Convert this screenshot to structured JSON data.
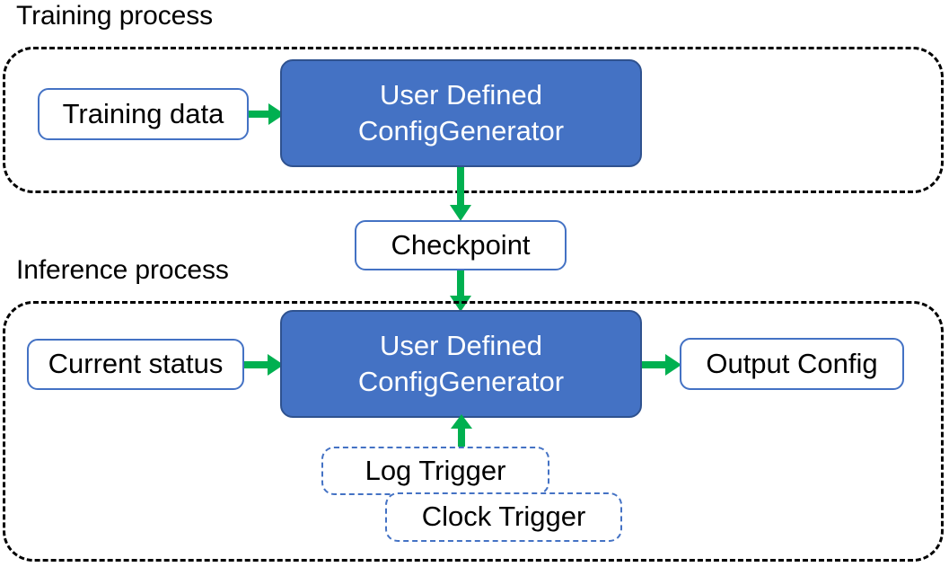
{
  "diagram": {
    "title_training": "Training process",
    "title_inference": "Inference process",
    "colors": {
      "primary_fill": "#4472C4",
      "primary_stroke": "#2F528F",
      "node_border": "#4472C4",
      "arrow_green": "#00B050",
      "group_border": "#000000",
      "text_dark": "#000000",
      "text_light": "#FFFFFF"
    }
  },
  "training": {
    "caption": "Training process",
    "input_node": "Training data",
    "generator_line1": "User Defined",
    "generator_line2": "ConfigGenerator"
  },
  "checkpoint": {
    "label": "Checkpoint"
  },
  "inference": {
    "caption": "Inference process",
    "input_node": "Current status",
    "generator_line1": "User Defined",
    "generator_line2": "ConfigGenerator",
    "output_node": "Output Config",
    "trigger_log": "Log Trigger",
    "trigger_clock": "Clock Trigger"
  },
  "arrows": [
    {
      "name": "training-data-to-generator",
      "direction": "right"
    },
    {
      "name": "training-generator-to-checkpoint",
      "direction": "down"
    },
    {
      "name": "checkpoint-to-inference-generator",
      "direction": "down"
    },
    {
      "name": "current-status-to-generator",
      "direction": "right"
    },
    {
      "name": "generator-to-output-config",
      "direction": "right"
    },
    {
      "name": "log-trigger-to-generator",
      "direction": "up"
    }
  ]
}
